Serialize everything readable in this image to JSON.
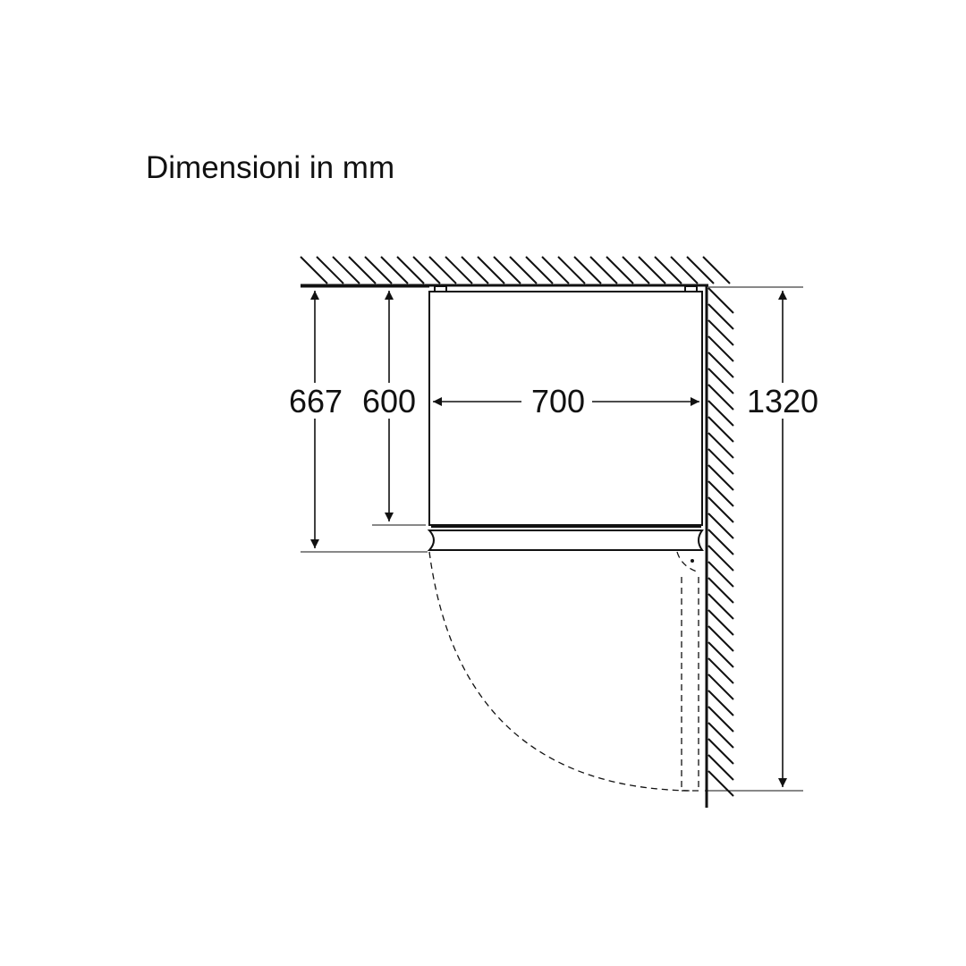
{
  "title": "Dimensioni in mm",
  "dimensions": {
    "overall_depth": "667",
    "body_depth": "600",
    "width": "700",
    "door_open_depth": "1320"
  }
}
